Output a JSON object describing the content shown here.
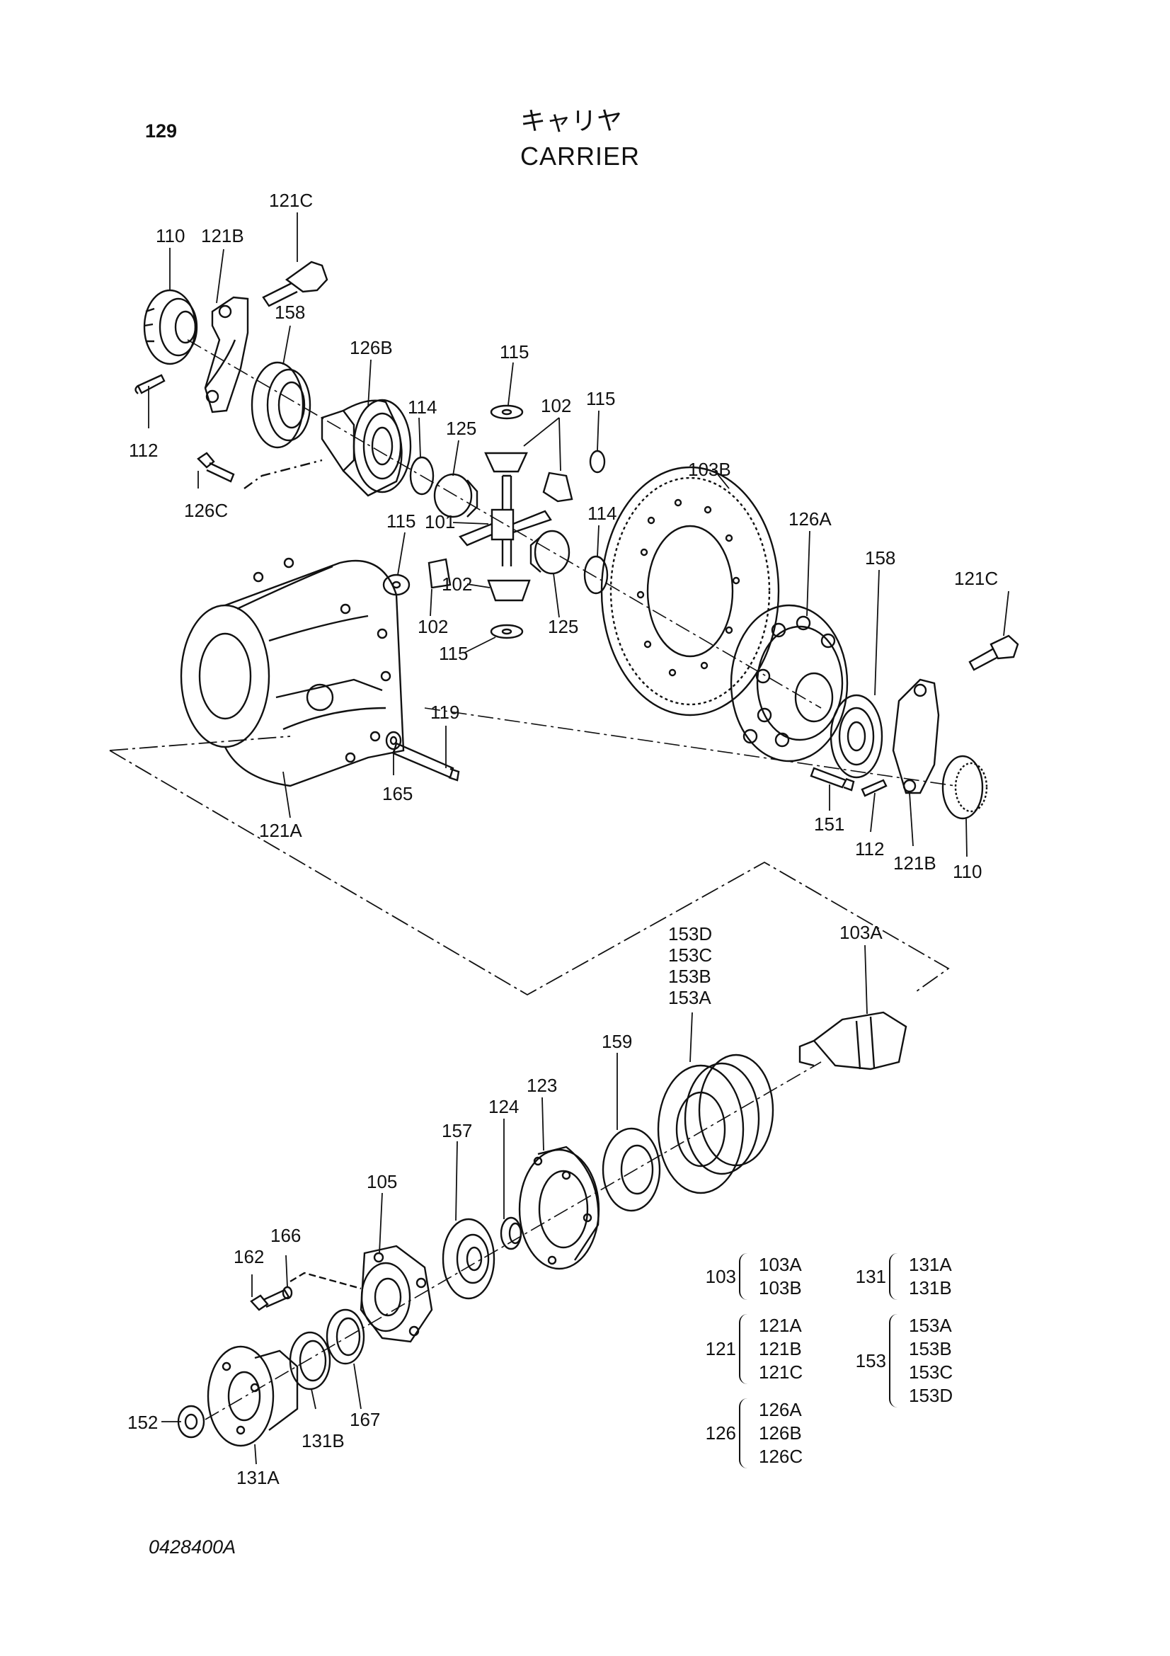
{
  "header": {
    "page_number": "129",
    "title_jp": "キャリヤ",
    "title_en": "CARRIER"
  },
  "footer": {
    "doc_code": "0428400A"
  },
  "callouts": {
    "c110a": "110",
    "c121Ba": "121B",
    "c121Ca": "121C",
    "c158a": "158",
    "c112a": "112",
    "c126B": "126B",
    "c126C": "126C",
    "c115a": "115",
    "c102a": "102",
    "c115b": "115",
    "c114a": "114",
    "c125a": "125",
    "c101": "101",
    "c115c": "115",
    "c102b": "102",
    "c102c": "102",
    "c115d": "115",
    "c125b": "125",
    "c114b": "114",
    "c103B": "103B",
    "c126A": "126A",
    "c158b": "158",
    "c121Cb": "121C",
    "c119": "119",
    "c165": "165",
    "c121A": "121A",
    "c151": "151",
    "c112b": "112",
    "c121Bb": "121B",
    "c110b": "110",
    "c153D": "153D",
    "c153C": "153C",
    "c153B": "153B",
    "c153A": "153A",
    "c103A": "103A",
    "c159": "159",
    "c123": "123",
    "c124": "124",
    "c157": "157",
    "c105": "105",
    "c166": "166",
    "c162": "162",
    "c152": "152",
    "c131A": "131A",
    "c131B": "131B",
    "c167": "167"
  },
  "legend": [
    {
      "key": "103",
      "items": [
        "103A",
        "103B"
      ]
    },
    {
      "key": "121",
      "items": [
        "121A",
        "121B",
        "121C"
      ]
    },
    {
      "key": "126",
      "items": [
        "126A",
        "126B",
        "126C"
      ]
    },
    {
      "key": "131",
      "items": [
        "131A",
        "131B"
      ]
    },
    {
      "key": "153",
      "items": [
        "153A",
        "153B",
        "153C",
        "153D"
      ]
    }
  ]
}
